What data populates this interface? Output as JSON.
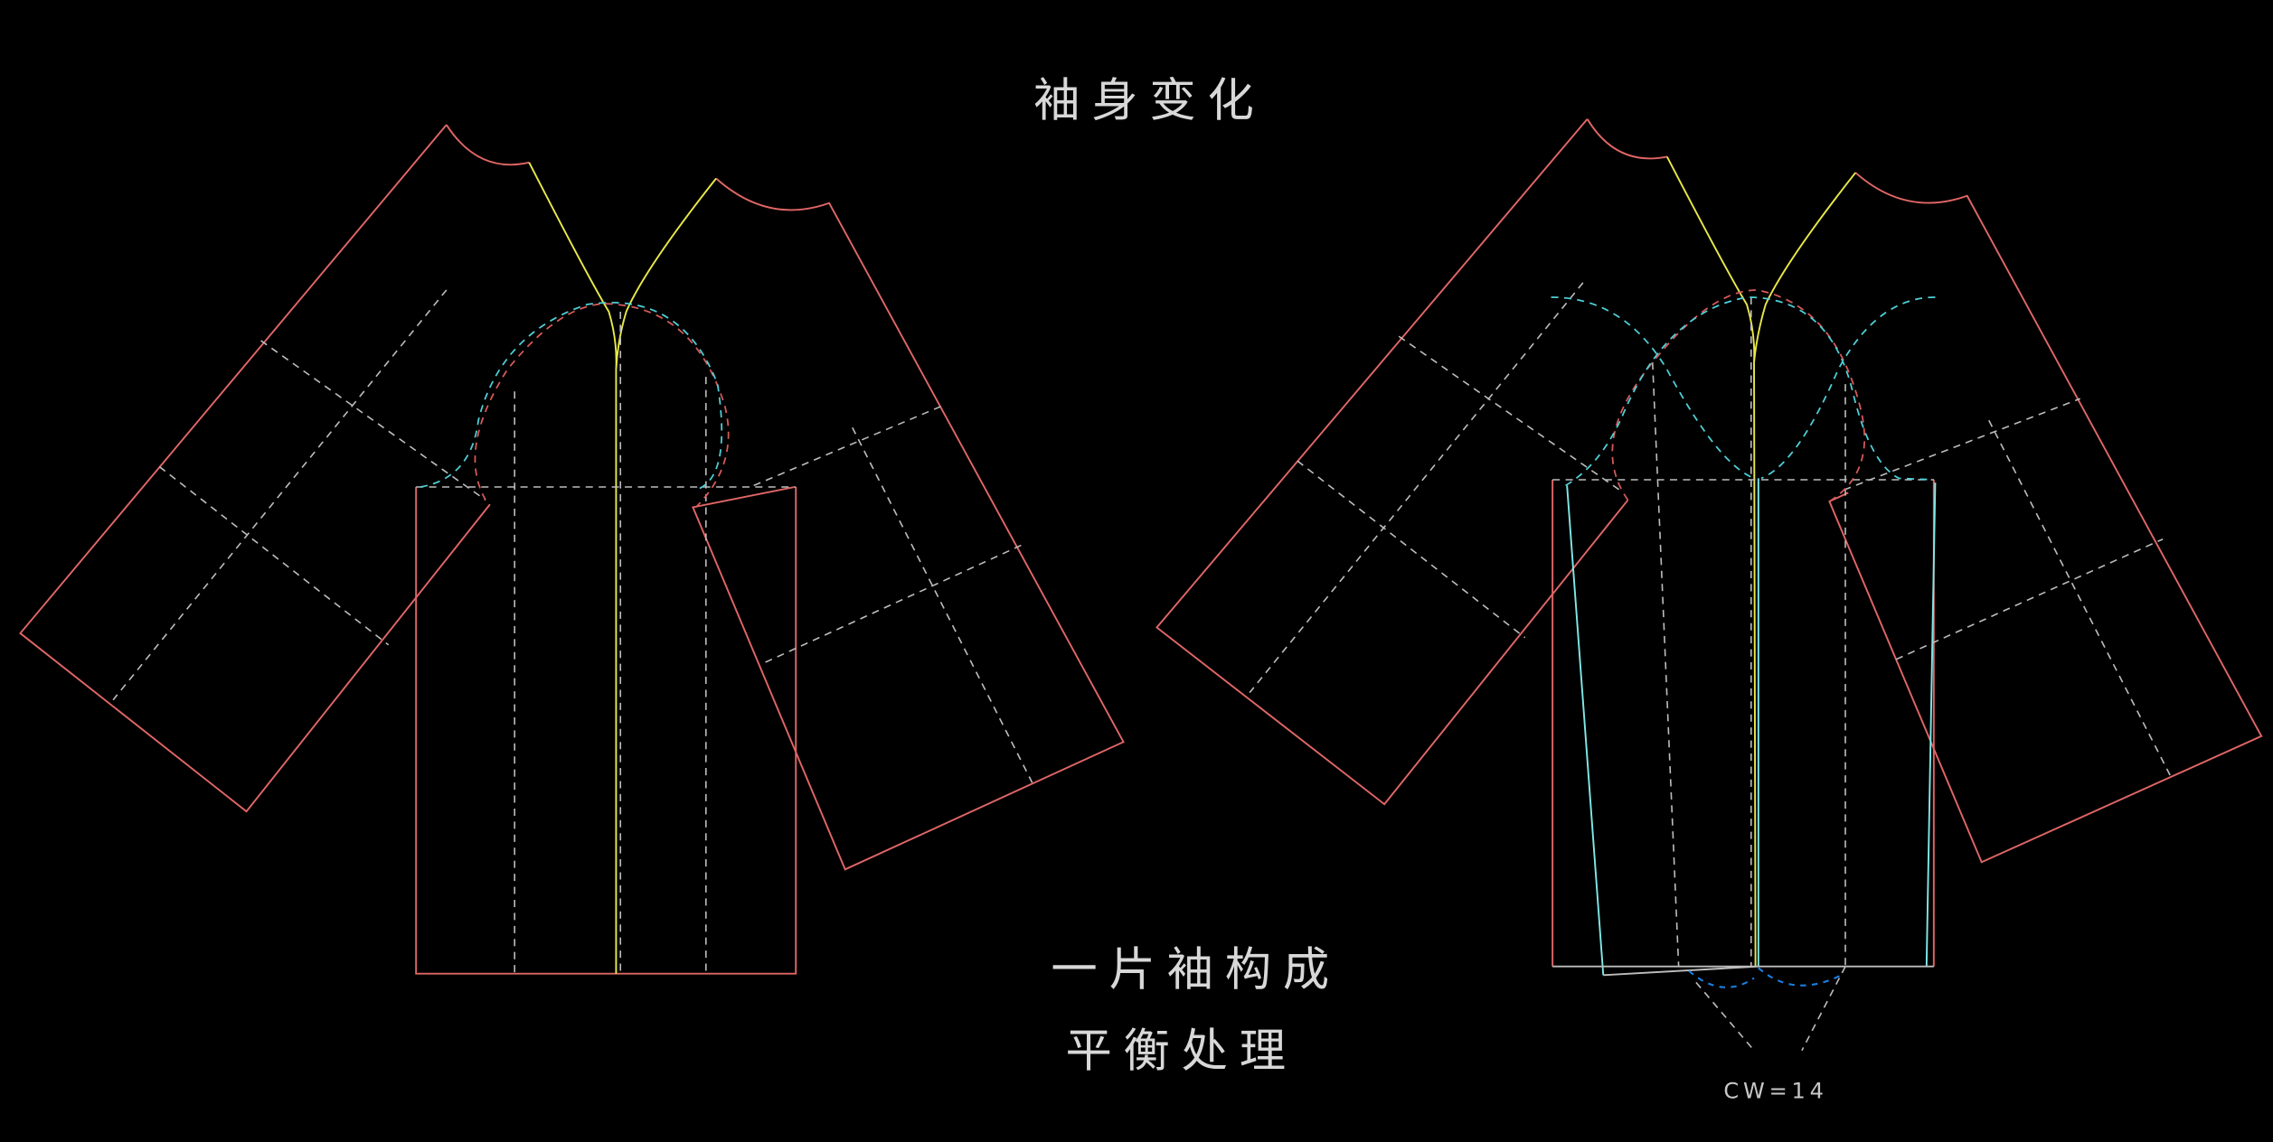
{
  "titles": {
    "top": "袖身变化",
    "bottom_line1": "一片袖构成",
    "bottom_line2": "平衡处理"
  },
  "annotations": {
    "cw": "CW=14"
  },
  "colors": {
    "background": "#000000",
    "outline": "#e06666",
    "neckline": "#e8e84a",
    "adjusted": "#7fe8e8",
    "guide": "#bdbdbd",
    "hem_curve": "#1a7fe0"
  }
}
